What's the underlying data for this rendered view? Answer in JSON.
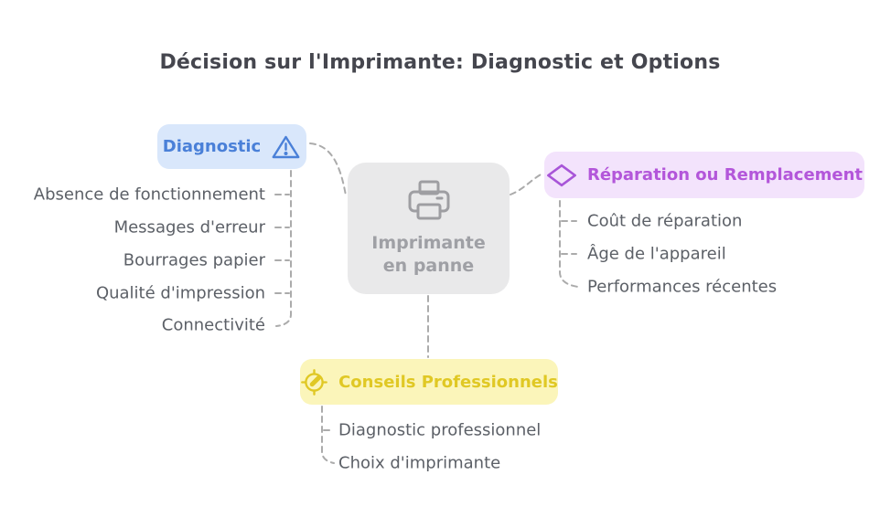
{
  "title": "Décision sur l'Imprimante: Diagnostic et Options",
  "colors": {
    "diagnostic_accent": "#4a80d8",
    "diagnostic_bg": "#d9e7fb",
    "repair_accent": "#b356da",
    "repair_bg": "#f3e3fc",
    "advice_accent": "#e0c824",
    "advice_bg": "#fbf5ba",
    "center_bg": "#e9e9ea",
    "center_text": "#9fa0a5",
    "leaf_text": "#5c6067",
    "connector": "#ababab",
    "title_text": "#45464e"
  },
  "center_node": {
    "icon": "printer-icon",
    "line1": "Imprimante",
    "line2": "en panne"
  },
  "branches": {
    "diagnostic": {
      "label": "Diagnostic",
      "icon": "warning-triangle-icon",
      "children": [
        "Absence de fonctionnement",
        "Messages d'erreur",
        "Bourrages papier",
        "Qualité d'impression",
        "Connectivité"
      ]
    },
    "repair": {
      "label": "Réparation ou Remplacement",
      "icon": "diamond-icon",
      "children": [
        "Coût de réparation",
        "Âge de l'appareil",
        "Performances récentes"
      ]
    },
    "advice": {
      "label": "Conseils Professionnels",
      "icon": "compass-icon",
      "children": [
        "Diagnostic professionnel",
        "Choix d'imprimante"
      ]
    }
  }
}
